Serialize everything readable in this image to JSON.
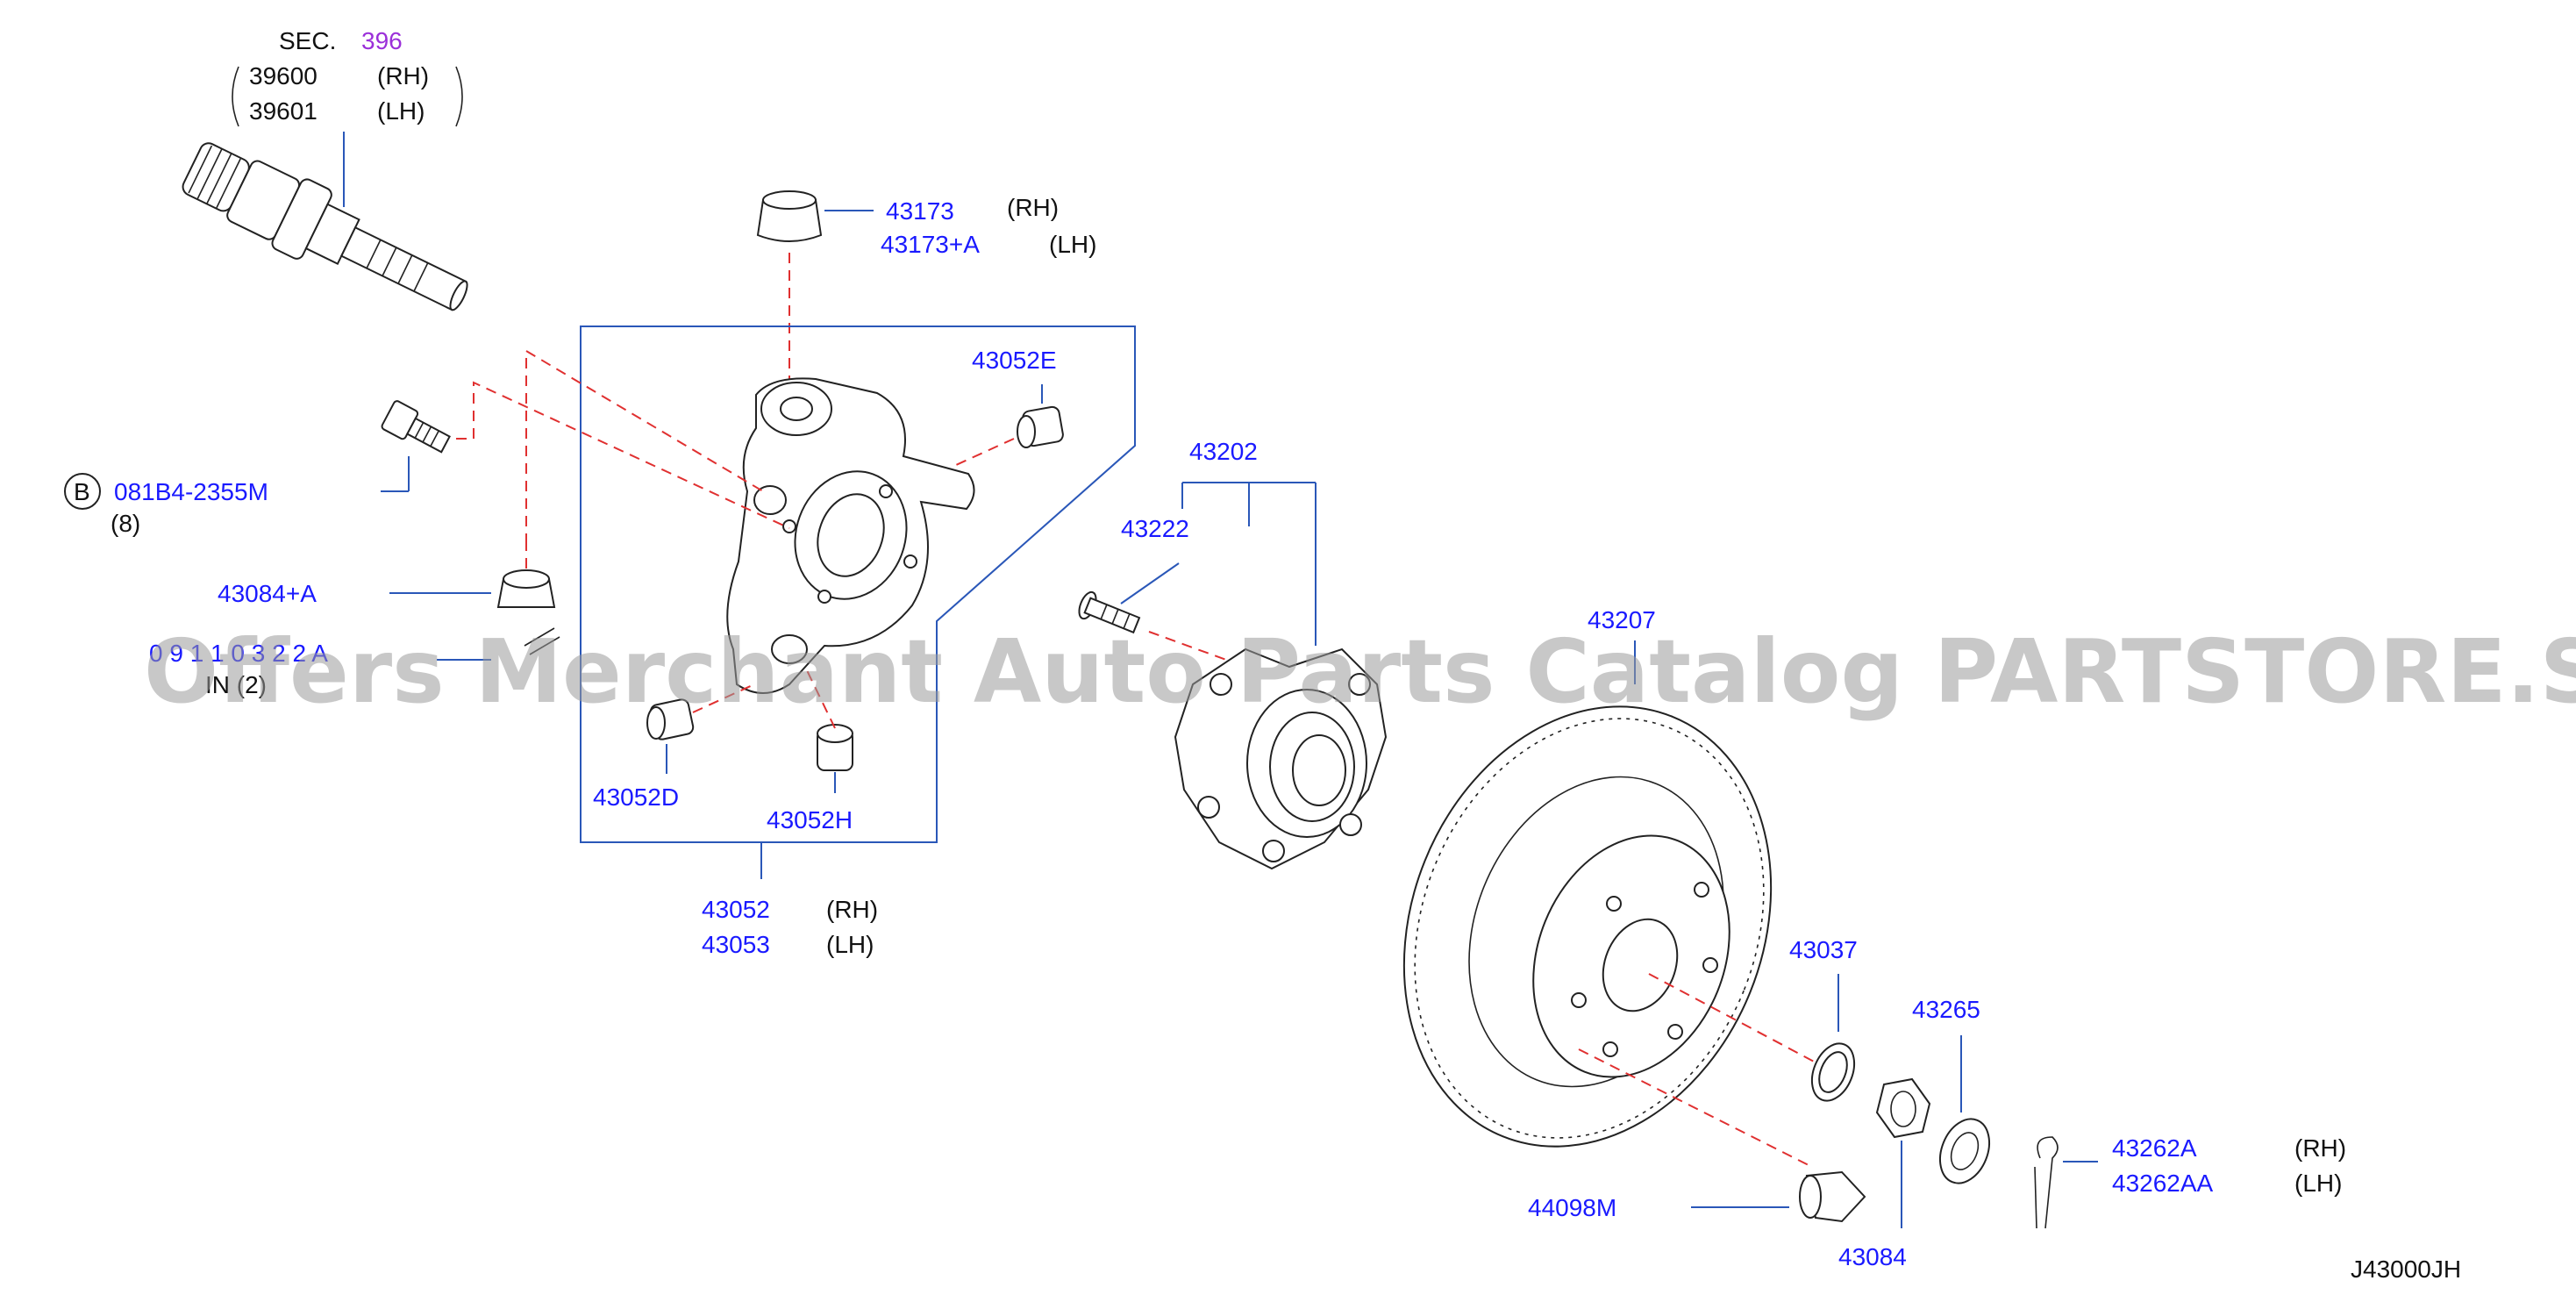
{
  "section": {
    "prefix": "SEC.",
    "number": "396"
  },
  "driveshaft": {
    "rh_part": "39600",
    "rh_side": "(RH)",
    "lh_part": "39601",
    "lh_side": "(LH)"
  },
  "bushing_upper": {
    "rh_part": "43173",
    "rh_side": "(RH)",
    "lh_part": "43173+A",
    "lh_side": "(LH)"
  },
  "bolt_b": {
    "circle_letter": "B",
    "part": "081B4-2355M",
    "qty": "(8)"
  },
  "parts": {
    "bushing_e": "43052E",
    "hub_assembly": "43202",
    "hub_bolt": "43222",
    "nut_84a": "43084+A",
    "bushing_d": "43052D",
    "bushing_h": "43052H",
    "rotor": "43207",
    "washer": "43037",
    "cap": "43265",
    "plug": "44098M",
    "hub_nut": "43084"
  },
  "cut_off_label": {
    "line1": "0 9 1 1 0 3 2 2 A",
    "line2": "IN  (2)"
  },
  "knuckle": {
    "rh_part": "43052",
    "rh_side": "(RH)",
    "lh_part": "43053",
    "lh_side": "(LH)"
  },
  "cotter_pin": {
    "rh_part": "43262A",
    "rh_side": "(RH)",
    "lh_part": "43262AA",
    "lh_side": "(LH)"
  },
  "diagram_code": "J43000JH",
  "watermark": "Offers Merchant Auto Parts Catalog PARTSTORE.SA",
  "colors": {
    "part_number": "#1a1aff",
    "callout_line": "#2a57b8",
    "dashed_guide": "#e03030",
    "section_link": "#9b30d9"
  }
}
